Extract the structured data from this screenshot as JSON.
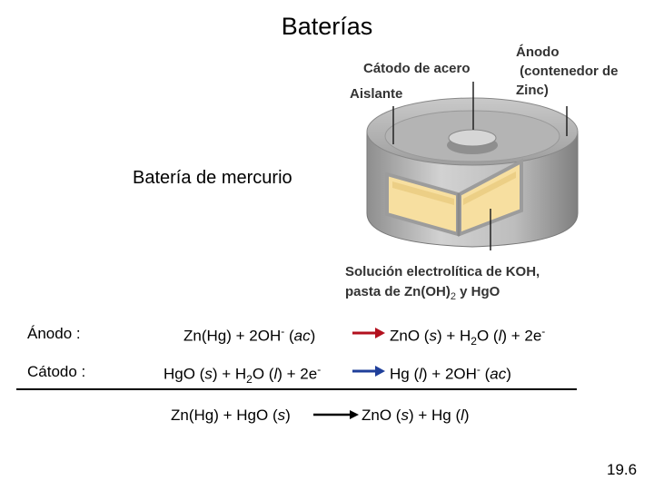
{
  "title": "Baterías",
  "battery_label": "Batería de mercurio",
  "callouts": {
    "anode": "Ánodo\n (contenedor de\nZinc)",
    "cathode": "Cátodo de acero",
    "insulator": "Aislante",
    "solution_line1": "Solución electrolítica de KOH,",
    "solution_line2_a": "pasta de Zn(OH)",
    "solution_line2_sub": "2",
    "solution_line2_b": "  y HgO"
  },
  "reactions": {
    "anode_label": "Ánodo :",
    "anode_left_a": "Zn(Hg) + 2OH",
    "anode_left_sup": "-",
    "anode_left_b": " (",
    "anode_left_state": "ac",
    "anode_left_c": ")",
    "anode_right_a": "ZnO (",
    "anode_right_s": "s",
    "anode_right_b": ") + H",
    "anode_right_sub": "2",
    "anode_right_c": "O (",
    "anode_right_l": "l",
    "anode_right_d": ") + 2e",
    "anode_right_sup": "-",
    "cathode_label": "Cátodo :",
    "cathode_left_a": "HgO (",
    "cathode_left_s": "s",
    "cathode_left_b": ") + H",
    "cathode_left_sub": "2",
    "cathode_left_c": "O (",
    "cathode_left_l": "l",
    "cathode_left_d": ") + 2e",
    "cathode_left_sup": "-",
    "cathode_right_a": "Hg (",
    "cathode_right_l": "l",
    "cathode_right_b": ") + 2OH",
    "cathode_right_sup": "-",
    "cathode_right_c": " (",
    "cathode_right_state": "ac",
    "cathode_right_d": ")",
    "overall_left_a": "Zn(Hg) + HgO (",
    "overall_left_s": "s",
    "overall_left_b": ")",
    "overall_right_a": "ZnO (",
    "overall_right_s": "s",
    "overall_right_b": ") + Hg (",
    "overall_right_l": "l",
    "overall_right_c": ")"
  },
  "page_number": "19.6",
  "colors": {
    "arrow_red": "#b3101e",
    "arrow_blue": "#1f3f9a",
    "paste": "#f7dfa0",
    "casing": "#a9a9a9"
  }
}
